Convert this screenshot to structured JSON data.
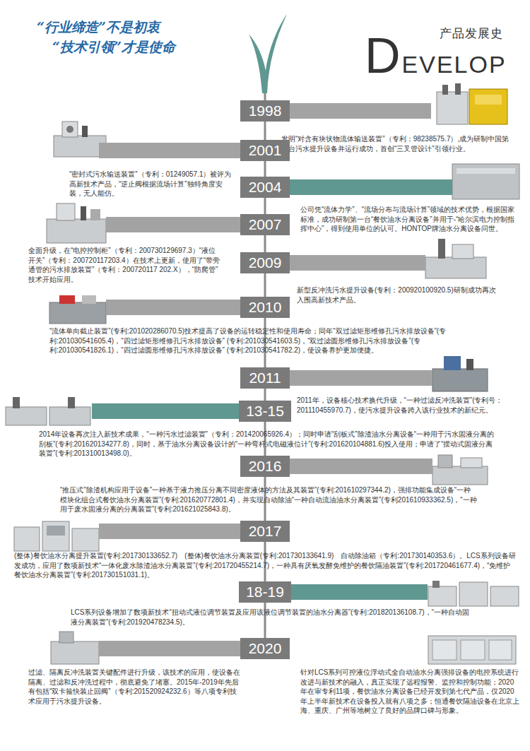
{
  "diagram": {
    "title": "产品发展史",
    "nodes": [
      {
        "text": [
          "1998"
        ]
      },
      {
        "text": [
          "2001"
        ]
      },
      {
        "text": [
          "2004"
        ]
      },
      {
        "text": [
          "2007"
        ]
      },
      {
        "text": [
          "2009"
        ]
      },
      {
        "text": [
          "2010"
        ]
      },
      {
        "text": [
          "2011"
        ]
      },
      {
        "text": [
          "13-15"
        ]
      },
      {
        "text": [
          "2016"
        ]
      },
      {
        "text": [
          "2017"
        ]
      },
      {
        "text": [
          "18-19"
        ]
      },
      {
        "text": [
          "2020"
        ]
      }
    ],
    "edges": [
      {
        "from": 0,
        "to": 1,
        "arrow": "none"
      },
      {
        "from": 1,
        "to": 2,
        "arrow": "none"
      },
      {
        "from": 2,
        "to": 3,
        "arrow": "none"
      },
      {
        "from": 3,
        "to": 4,
        "arrow": "none"
      },
      {
        "from": 4,
        "to": 5,
        "arrow": "none"
      },
      {
        "from": 5,
        "to": 6,
        "arrow": "none"
      },
      {
        "from": 6,
        "to": 7,
        "arrow": "none"
      },
      {
        "from": 7,
        "to": 8,
        "arrow": "none"
      },
      {
        "from": 8,
        "to": 9,
        "arrow": "none"
      },
      {
        "from": 9,
        "to": 10,
        "arrow": "none"
      },
      {
        "from": 10,
        "to": 11,
        "arrow": "none"
      }
    ],
    "labels": [
      "“行业缔造”不是初衷",
      "“技术引领”才是使命",
      "DEVELOP",
      "发明“对含有块状物流体输送装置”（专利：98238575.7）,成为研制中国第一台污水提升设备并运行成功，首创“三叉管设计”引领行业。",
      "“密封式污水输送装置”（专利：01249057.1）被评为高新技术产品，“逆止阀根据流场计算”独特角度安装，无人能仿。",
      "公司凭“流体力学”、“流场分布与流场计算”领域的技术优势，根据国家标准，成功研制第一台“餐饮油水分离设备”并用于-“哈尔滨电力控制指挥中心”，得到使用单位的认可。HONTOP牌油水分离设备问世。",
      "全面升级，在“电控控制柜”（专利：200730129697.3）“液位开关”（专利：200720117203.4）在技术上更新，使用了“带旁通管的污水排放装置”（专利：200720117 202.X），“防爬管”技术开始应用。",
      "新型反冲洗污水提升设备(专利：200920100920.5)研制成功再次入围高新技术产品。",
      "“流体单向截止装置”(专利:201020286070.5)技术提高了设备的运转稳定性和使用寿命；同年“双过滤矩形维修孔污水排放设备”(专利:201030541605.4)，“四过滤矩形维修孔污水排放设备” (专利:201030541603.5)，“双过滤圆形维修孔污水排放设备”(专利:201030541826.1)，“四过滤圆形维修孔污水排放设备” (专利:201030541782.2)，使设备养护更加便捷。",
      "2011年，设备核心技术换代升级，“一种过滤反冲洗装置”(专利号：201110455970.7)，使污水提升设备跨入该行业技术的新纪元。",
      "2014年设备再次注入新技术成果，“一种污水过滤装置”（专利：201420065926.4）；同时申请“刮板式”除渣油水分离设备“一种用于污水固液分离的刮板”(专利:201620134277.8)，同时，基于油水分离设备设计的“一种弯杆式电磁液位计”(专利:201620104881.6)投入使用；申请了“摆动式固液分离装置”(专利:201310013498.0)。",
      "“推压式”除渣机构应用于设备”一种基于液力推压分离不同密度液体的方法及其装置”(专利:201610297344.2)，强排功能集成设备“一种模块化组合式餐饮油水分离装置”(专利:201620772801.4)，并实现自动除油“一种自动流油油水分离装置”(专利201610933362.5)，“一种用于废水固液分离的分离装置”(专利:201621025843.8)。",
      "(整体)餐饮油水分离提升装置(专利:201730133652.7)　(整体)餐饮油水分离装置(专利:201730133641.9)　自动除油箱（专利:201730140353.6）。LCS系列设备研发成功，应用了数项新技术“一体化废水除渣油水分离装置”(专利:201720455214.7)，一种具有厌氧发酵免维护的餐饮隔油装置”(专利:201720461677.4)，“免维护餐饮油水分离装置”(专利:201730151031.1)。",
      "LCS系列设备增加了数项新技术“扭动式液位调节装置及应用该液位调节装置的油水分离器”(专利:201820136108.7)，“一种自动固液分离装置”(专利:201920478234.5)。",
      "过滤、隔离反冲洗装置关键配件进行升级，该技术的应用，使设备在隔离、过滤和反冲洗过程中，彻底避免了堵塞。2015年-2019年先后有包括“双卡箍快装止回阀”（专利:201520924232.6）等八项专利技术应用于污水提升设备。",
      "针对LCS系列可控液位浮动式全自动油水分离强排设备的电控系统进行改进与新技术的融入，真正实现了远程报警、监控和控制功能；2020年在审专利11项，餐饮油水分离设备已经开发到第七代产品，仅2020年上半年新技术在设备投入就有八项之多；恒通餐饮隔油设备在北京上海、重庆、广州等地树立了良好的品牌口碑与形象。"
    ]
  }
}
